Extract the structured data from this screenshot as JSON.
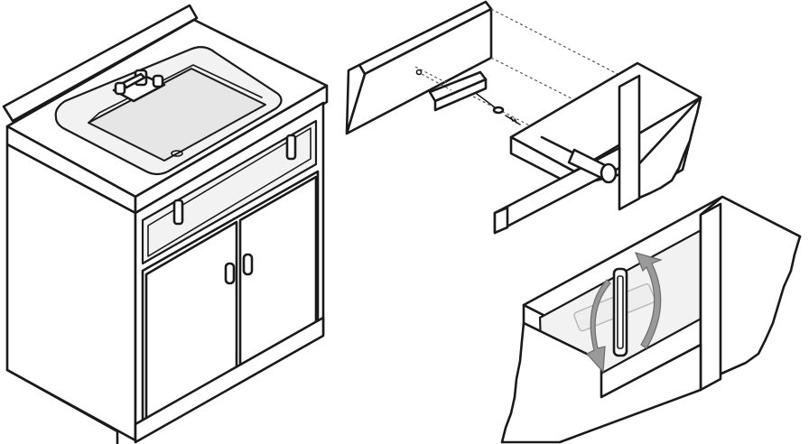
{
  "illustration": {
    "panels": [
      {
        "id": "vanity",
        "subject": "sink-vanity-cabinet"
      },
      {
        "id": "step-1",
        "subject": "false-front-clip-install"
      },
      {
        "id": "step-2",
        "subject": "false-front-rotate-into-place"
      }
    ],
    "colors": {
      "line": "#1a1a1a",
      "background": "#ffffff",
      "basin": "#e6e6e6",
      "arrow": "#9a9a9a"
    }
  }
}
